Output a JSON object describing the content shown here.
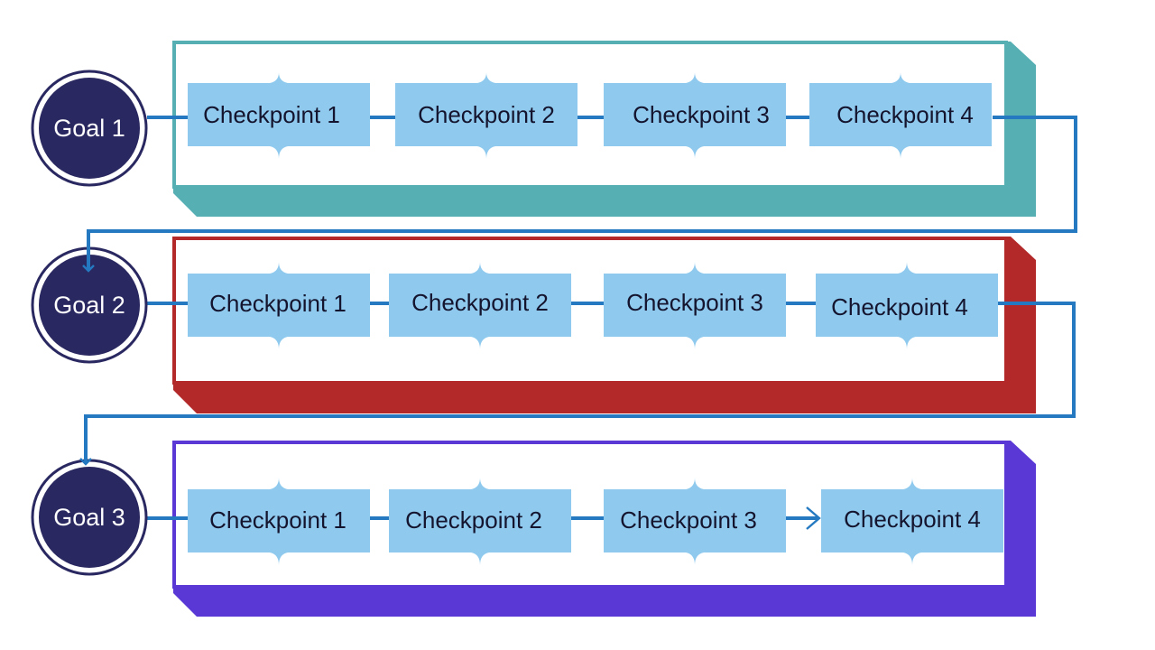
{
  "colors": {
    "goal_fill": "#2a2860",
    "checkpoint_fill": "#8fcaee",
    "connector": "#2479c1",
    "frame_fill": "#ffffff"
  },
  "goals": [
    {
      "label": "Goal 1",
      "accent": "#55afb3",
      "checkpoints": [
        {
          "label": "Checkpoint 1"
        },
        {
          "label": "Checkpoint 2"
        },
        {
          "label": "Checkpoint 3"
        },
        {
          "label": "Checkpoint 4"
        }
      ]
    },
    {
      "label": "Goal 2",
      "accent": "#b32828",
      "checkpoints": [
        {
          "label": "Checkpoint 1"
        },
        {
          "label": "Checkpoint 2"
        },
        {
          "label": "Checkpoint 3"
        },
        {
          "label": "Checkpoint 4"
        }
      ]
    },
    {
      "label": "Goal 3",
      "accent": "#5a38d6",
      "checkpoints": [
        {
          "label": "Checkpoint 1"
        },
        {
          "label": "Checkpoint 2"
        },
        {
          "label": "Checkpoint 3"
        },
        {
          "label": "Checkpoint 4"
        }
      ]
    }
  ]
}
